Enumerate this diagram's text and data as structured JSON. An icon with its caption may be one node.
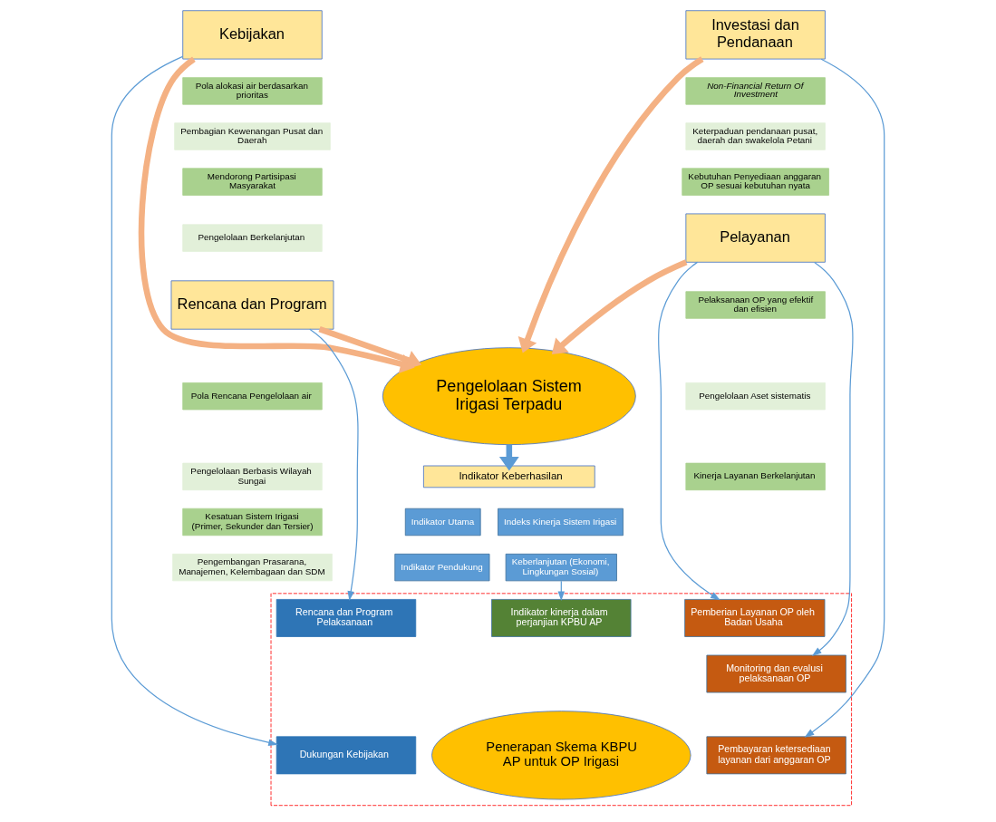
{
  "diagram": {
    "nodes": [
      {
        "text": [
          "Kebijakan"
        ]
      },
      {
        "text": [
          "Pola alokasi air berdasarkan prioritas"
        ]
      },
      {
        "text": [
          "Pembagian Kewenangan Pusat dan Daerah"
        ]
      },
      {
        "text": [
          "Mendorong Partisipasi Masyarakat"
        ]
      },
      {
        "text": [
          "Pengelolaan Berkelanjutan"
        ]
      },
      {
        "text": [
          "Rencana dan Program"
        ]
      },
      {
        "text": [
          "Pola Rencana Pengelolaan air"
        ]
      },
      {
        "text": [
          "Pengelolaan Berbasis Wilayah Sungai"
        ]
      },
      {
        "text": [
          "Kesatuan Sistem Irigasi (Primer, Sekunder dan Tersier)"
        ]
      },
      {
        "text": [
          "Pengembangan Prasarana, Manajemen, Kelembagaan dan SDM"
        ]
      },
      {
        "text": [
          "Pengelolaan Sistem Irigasi Terpadu"
        ]
      },
      {
        "text": [
          "Investasi dan Pendanaan"
        ]
      },
      {
        "text": [
          "Non-Financial Return Of Investment"
        ]
      },
      {
        "text": [
          "Keterpaduan pendanaan pusat, daerah dan swakelola Petani"
        ]
      },
      {
        "text": [
          "Kebutuhan Penyediaan anggaran OP sesuai kebutuhan nyata"
        ]
      },
      {
        "text": [
          "Pelayanan"
        ]
      },
      {
        "text": [
          "Pelaksanaan OP yang efektif dan efisien"
        ]
      },
      {
        "text": [
          "Pengelolaan Aset sistematis"
        ]
      },
      {
        "text": [
          "Kinerja Layanan Berkelanjutan"
        ]
      },
      {
        "text": [
          "Indikator Keberhasilan"
        ]
      },
      {
        "text": [
          "Indikator Utama"
        ]
      },
      {
        "text": [
          "Indeks Kinerja Sistem Irigasi"
        ]
      },
      {
        "text": [
          "Indikator Pendukung"
        ]
      },
      {
        "text": [
          "Keberlanjutan (Ekonomi, Lingkungan Sosial)"
        ]
      },
      {
        "text": [],
        "shape": "box"
      },
      {
        "text": [
          "Rencana dan Program Pelaksanaan"
        ],
        "in": 24
      },
      {
        "text": [
          "Indikator kinerja dalam perjanjian KPBU AP"
        ],
        "in": 24
      },
      {
        "text": [
          "Pemberian Layanan OP oleh Badan Usaha"
        ],
        "in": 24
      },
      {
        "text": [
          "Monitoring dan evalusi pelaksanaan OP"
        ],
        "in": 24
      },
      {
        "text": [
          "Penerapan Skema KBPU AP untuk OP Irigasi"
        ],
        "in": 24
      },
      {
        "text": [
          "Dukungan Kebijakan"
        ],
        "in": 24
      },
      {
        "text": [
          "Pembayaran ketersediaan layanan dari anggaran OP"
        ],
        "in": 24
      }
    ],
    "edges": [
      {
        "from": 0,
        "to": 10,
        "arrow": "to",
        "style": "thick",
        "color": "#f4b183"
      },
      {
        "from": 5,
        "to": 10,
        "arrow": "to",
        "style": "thick",
        "color": "#f4b183"
      },
      {
        "from": 11,
        "to": 10,
        "arrow": "to",
        "style": "thick",
        "color": "#f4b183"
      },
      {
        "from": 15,
        "to": 10,
        "arrow": "to",
        "style": "thick",
        "color": "#f4b183"
      },
      {
        "from": 10,
        "to": 19,
        "arrow": "to",
        "style": "thick"
      },
      {
        "from": 0,
        "to": 30,
        "arrow": "to"
      },
      {
        "from": 5,
        "to": 25,
        "arrow": "to"
      },
      {
        "from": 23,
        "to": 26,
        "arrow": "to"
      },
      {
        "from": 15,
        "to": 27,
        "arrow": "to"
      },
      {
        "from": 15,
        "to": 28,
        "arrow": "to"
      },
      {
        "from": 11,
        "to": 31,
        "arrow": "to"
      }
    ]
  }
}
